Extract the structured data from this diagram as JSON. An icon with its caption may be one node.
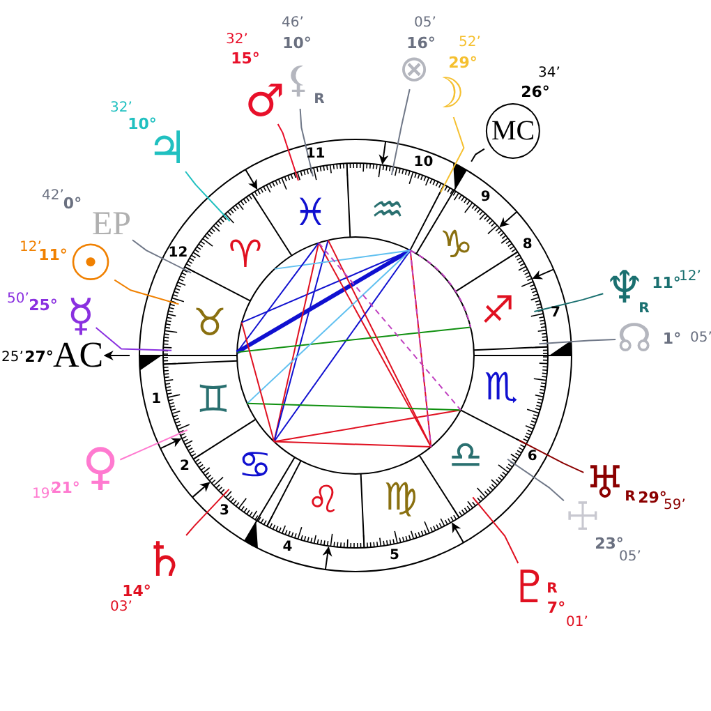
{
  "diagram": {
    "nodes": [
      {
        "text": [
          "32’",
          "15°",
          "♂"
        ]
      },
      {
        "text": [
          "46’",
          "10°",
          "⚸",
          "R"
        ]
      },
      {
        "text": [
          "05’",
          "16°",
          "⊗"
        ]
      },
      {
        "text": [
          "52’",
          "29°",
          "☽"
        ]
      },
      {
        "text": [
          "34’",
          "26°",
          "MC"
        ]
      },
      {
        "text": [
          "32’",
          "10°",
          "♃"
        ]
      },
      {
        "text": [
          "42’",
          "0°",
          "EP"
        ]
      },
      {
        "text": [
          "12’",
          "11°",
          "☉"
        ]
      },
      {
        "text": [
          "50’",
          "25°",
          "☿"
        ]
      },
      {
        "text": [
          "25’",
          "27°",
          "AC"
        ]
      },
      {
        "text": [
          "♀",
          "19’",
          "21°"
        ]
      },
      {
        "text": [
          "♄",
          "14°",
          "03’"
        ]
      },
      {
        "text": [
          "♇",
          "R",
          "7°",
          "01’"
        ]
      },
      {
        "text": [
          "☩",
          "23°",
          "05’"
        ]
      },
      {
        "text": [
          "♅",
          "R",
          "29°",
          "59’"
        ]
      },
      {
        "text": [
          "♆",
          "11°",
          "12’",
          "R"
        ]
      },
      {
        "text": [
          "☊",
          "1°",
          "05’"
        ]
      }
    ],
    "edges": [
      {
        "from": 0,
        "to": null,
        "arrow": "none",
        "color": "#e8102a"
      },
      {
        "from": 1,
        "to": null,
        "arrow": "none",
        "color": "#707888"
      },
      {
        "from": 2,
        "to": null,
        "arrow": "none",
        "color": "#707888"
      },
      {
        "from": 3,
        "to": null,
        "arrow": "none",
        "color": "#f5c030"
      },
      {
        "from": 4,
        "to": null,
        "arrow": "none",
        "color": "#000000"
      },
      {
        "from": 5,
        "to": null,
        "arrow": "none",
        "color": "#20c0c0"
      },
      {
        "from": 6,
        "to": null,
        "arrow": "none",
        "color": "#707888"
      },
      {
        "from": 7,
        "to": null,
        "arrow": "none",
        "color": "#f08000"
      },
      {
        "from": 8,
        "to": null,
        "arrow": "none",
        "color": "#8a30e0"
      },
      {
        "from": null,
        "to": 9,
        "arrow": "to",
        "color": "#000000"
      },
      {
        "from": 10,
        "to": null,
        "arrow": "none",
        "color": "#ff7ad0"
      },
      {
        "from": 11,
        "to": null,
        "arrow": "none",
        "color": "#e01020"
      },
      {
        "from": 12,
        "to": null,
        "arrow": "none",
        "color": "#e01020"
      },
      {
        "from": 13,
        "to": null,
        "arrow": "none",
        "color": "#707888"
      },
      {
        "from": 14,
        "to": null,
        "arrow": "none",
        "color": "#8b0000"
      },
      {
        "from": 15,
        "to": null,
        "arrow": "none",
        "color": "#1a7070"
      },
      {
        "from": 16,
        "to": null,
        "arrow": "none",
        "color": "#707888"
      }
    ],
    "labels": [
      "1",
      "2",
      "3",
      "4",
      "5",
      "6",
      "7",
      "8",
      "9",
      "10",
      "11",
      "12",
      "♈",
      "♉",
      "♊",
      "♋",
      "♌",
      "♍",
      "♎",
      "♏",
      "♐",
      "♑",
      "♒",
      "♓"
    ]
  }
}
